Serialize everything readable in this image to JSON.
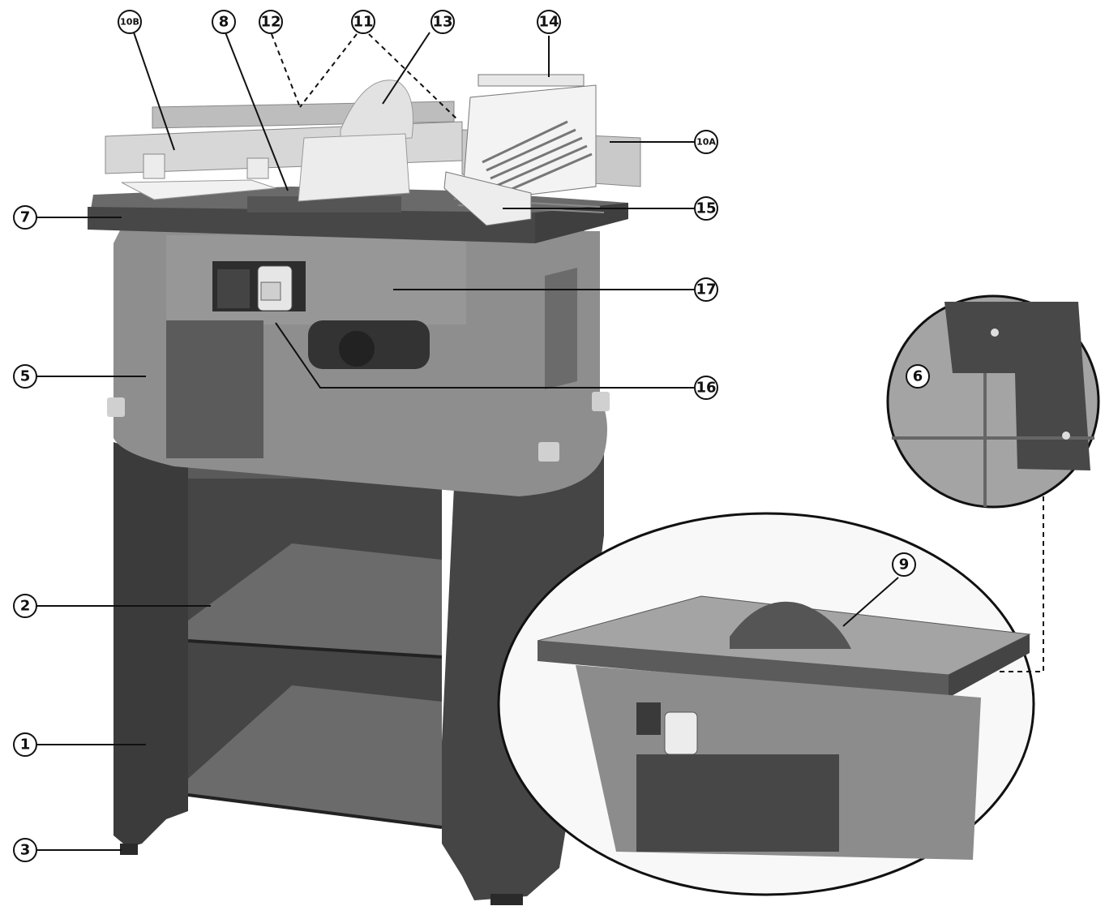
{
  "colors": {
    "legs": "#3e3e3e",
    "cabinet": "#8c8c8c",
    "tabletop": "#5a5a5a",
    "fence": "#cfcfcf",
    "guard": "#e4e4e4",
    "lines": "#111111"
  },
  "callouts": {
    "c1": "1",
    "c2": "2",
    "c3": "3",
    "c5": "5",
    "c6": "6",
    "c7": "7",
    "c8": "8",
    "c9": "9",
    "c10a": "10A",
    "c10b": "10B",
    "c11": "11",
    "c12": "12",
    "c13": "13",
    "c14": "14",
    "c15": "15",
    "c16": "16",
    "c17": "17"
  }
}
